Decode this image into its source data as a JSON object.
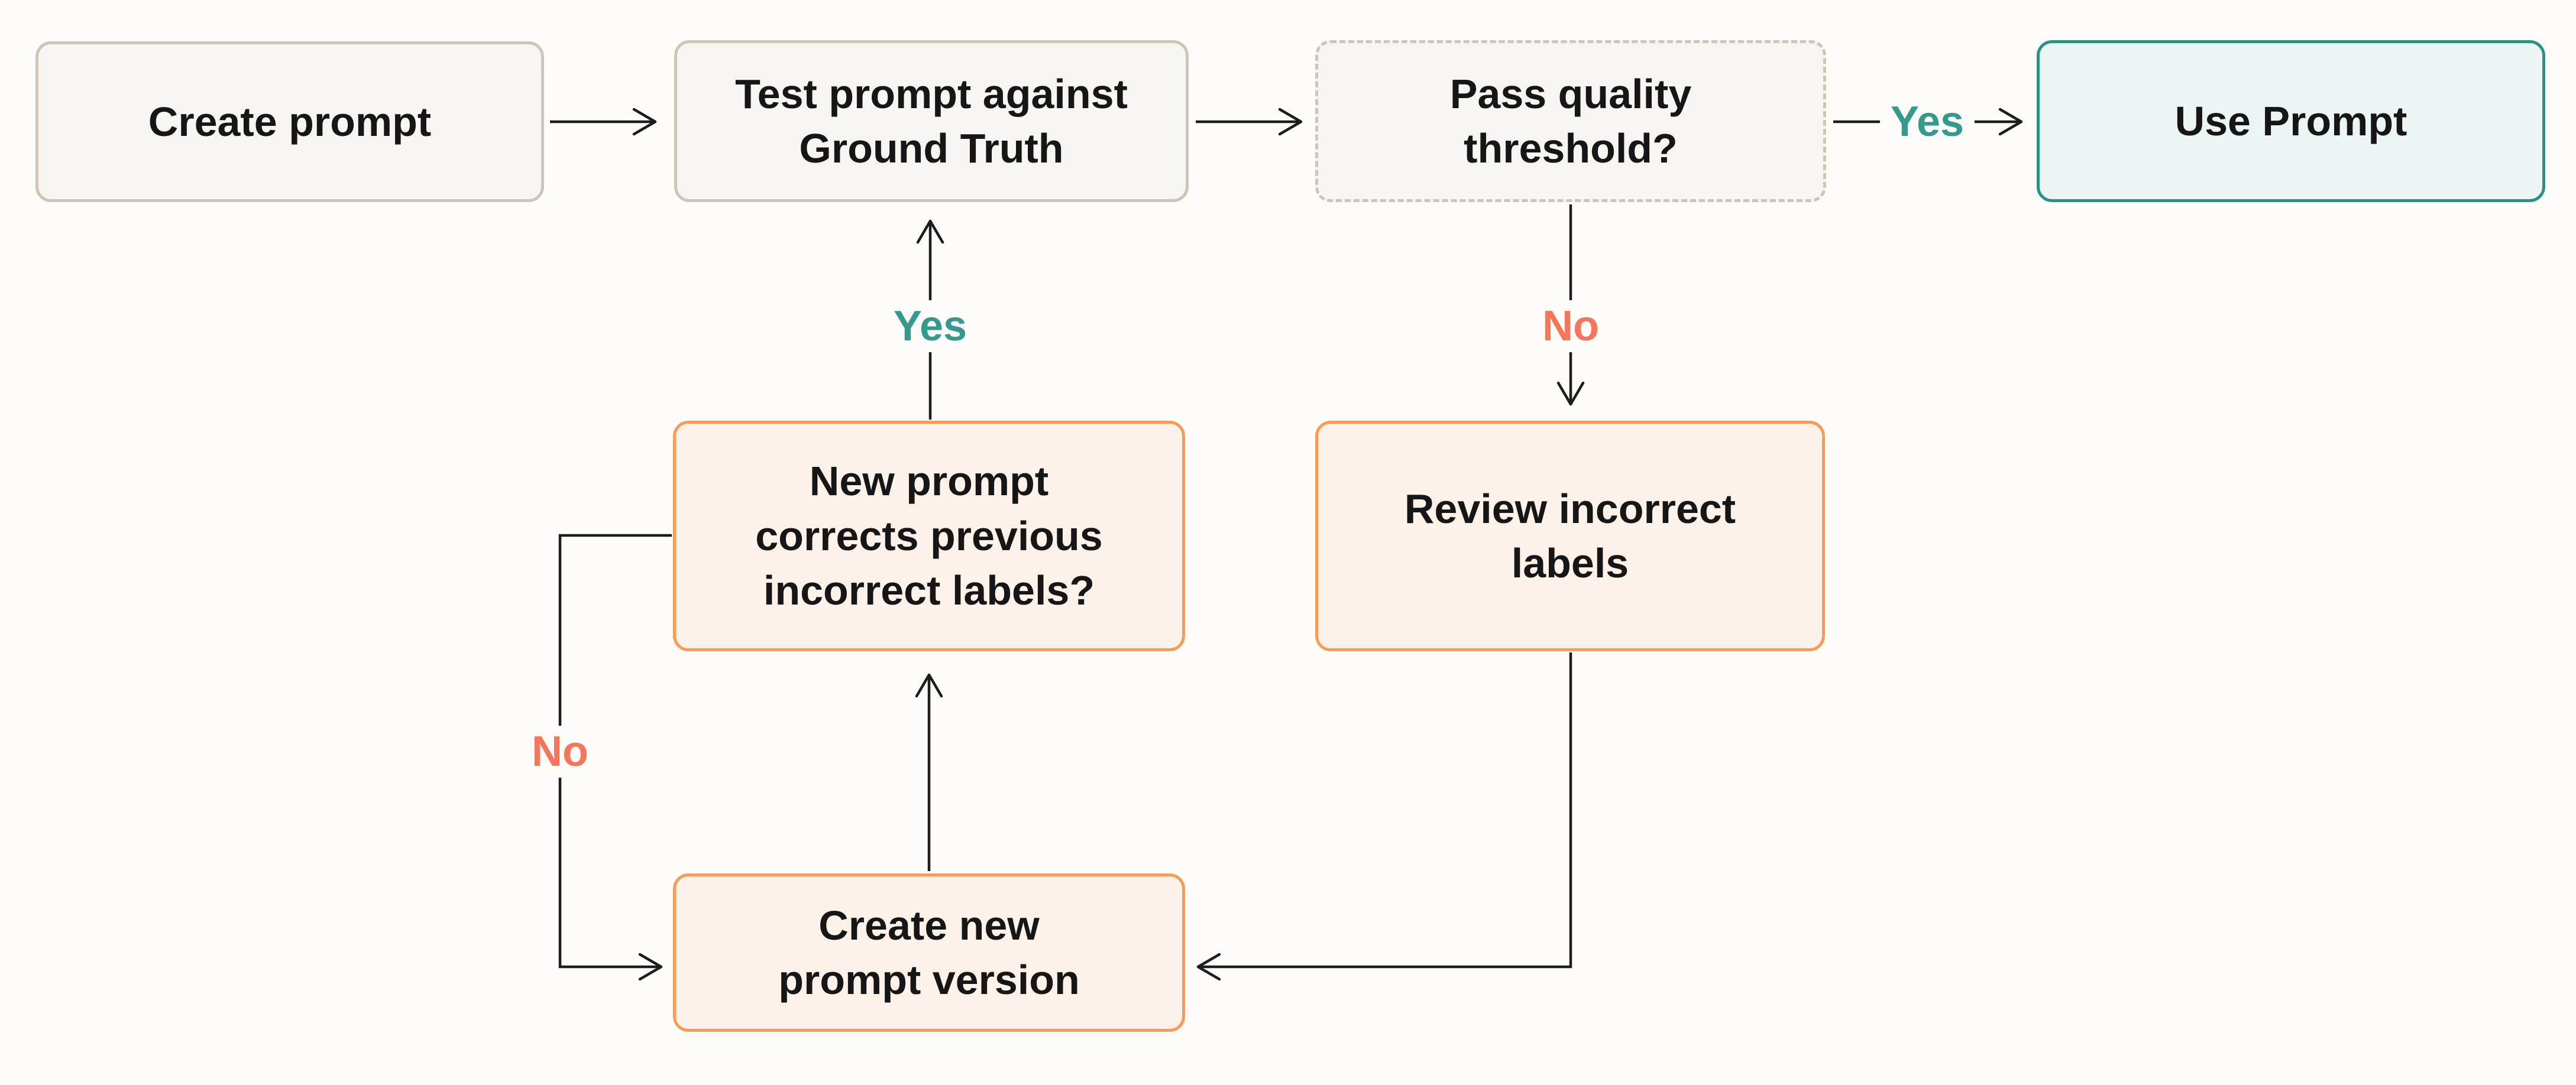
{
  "diagram": {
    "nodes": {
      "create_prompt": {
        "label": "Create prompt"
      },
      "test_prompt": {
        "label": "Test prompt against\nGround Truth"
      },
      "pass_threshold": {
        "label": "Pass quality\nthreshold?"
      },
      "use_prompt": {
        "label": "Use Prompt"
      },
      "new_prompt_corrects": {
        "label": "New prompt\ncorrects previous\nincorrect labels?"
      },
      "review_labels": {
        "label": "Review incorrect\nlabels"
      },
      "create_new_version": {
        "label": "Create new\nprompt version"
      }
    },
    "edges": {
      "yes_use": {
        "label": "Yes"
      },
      "yes_retest": {
        "label": "Yes"
      },
      "no_review": {
        "label": "No"
      },
      "no_loop": {
        "label": "No"
      }
    }
  },
  "colors": {
    "page-bg": "#fdfcf9",
    "ink": "#1d1d1d",
    "text": "#161616",
    "neutral-bg": "#f6f5f1",
    "neutral-border": "#ccc6ba",
    "teal": "#349a8e",
    "teal-border": "#2b9187",
    "teal-bg": "#ecf5f3",
    "coral": "#f7765a",
    "orange": "#f89b54",
    "orange-bg": "#fdf2e9"
  }
}
